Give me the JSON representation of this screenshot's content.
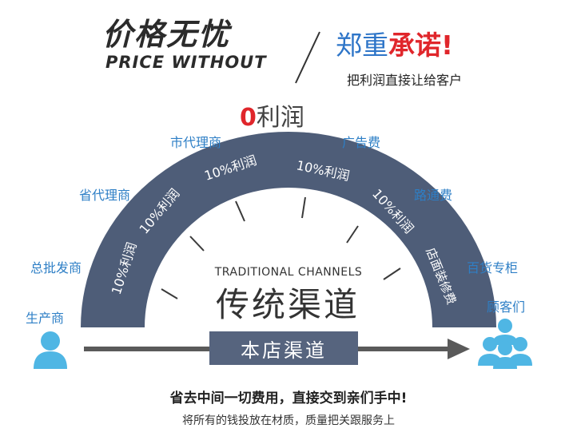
{
  "header": {
    "title_cn": "价格无忧",
    "title_en": "PRICE WITHOUT",
    "promise_part1": "郑重",
    "promise_part2": "承诺",
    "promise_part3": "!",
    "promise_sub": "把利润直接让给客户"
  },
  "center": {
    "zero_num": "0",
    "zero_text": "利润",
    "arc_labels": [
      "10%利润",
      "10%利润",
      "10%利润",
      "10%利润",
      "10%利润",
      "店面装修费"
    ],
    "traditional_en": "TRADITIONAL CHANNELS",
    "traditional_cn": "传统渠道",
    "store_channel": "本店渠道"
  },
  "side_labels": {
    "city_agent": "市代理商",
    "advertising": "广告费",
    "province_agent": "省代理商",
    "road_fee": "路通费",
    "wholesaler": "总批发商",
    "department_store": "百货专柜",
    "producer": "生产商",
    "customers": "顾客们"
  },
  "footer": {
    "line1": "省去中间一切费用，直接交到亲们手中!",
    "line2": "将所有的钱投放在材质，质量把关跟服务上"
  },
  "colors": {
    "arc": "#4e5d78",
    "blue": "#2e7fc6",
    "red": "#e0262b",
    "person": "#4fb6e4"
  }
}
